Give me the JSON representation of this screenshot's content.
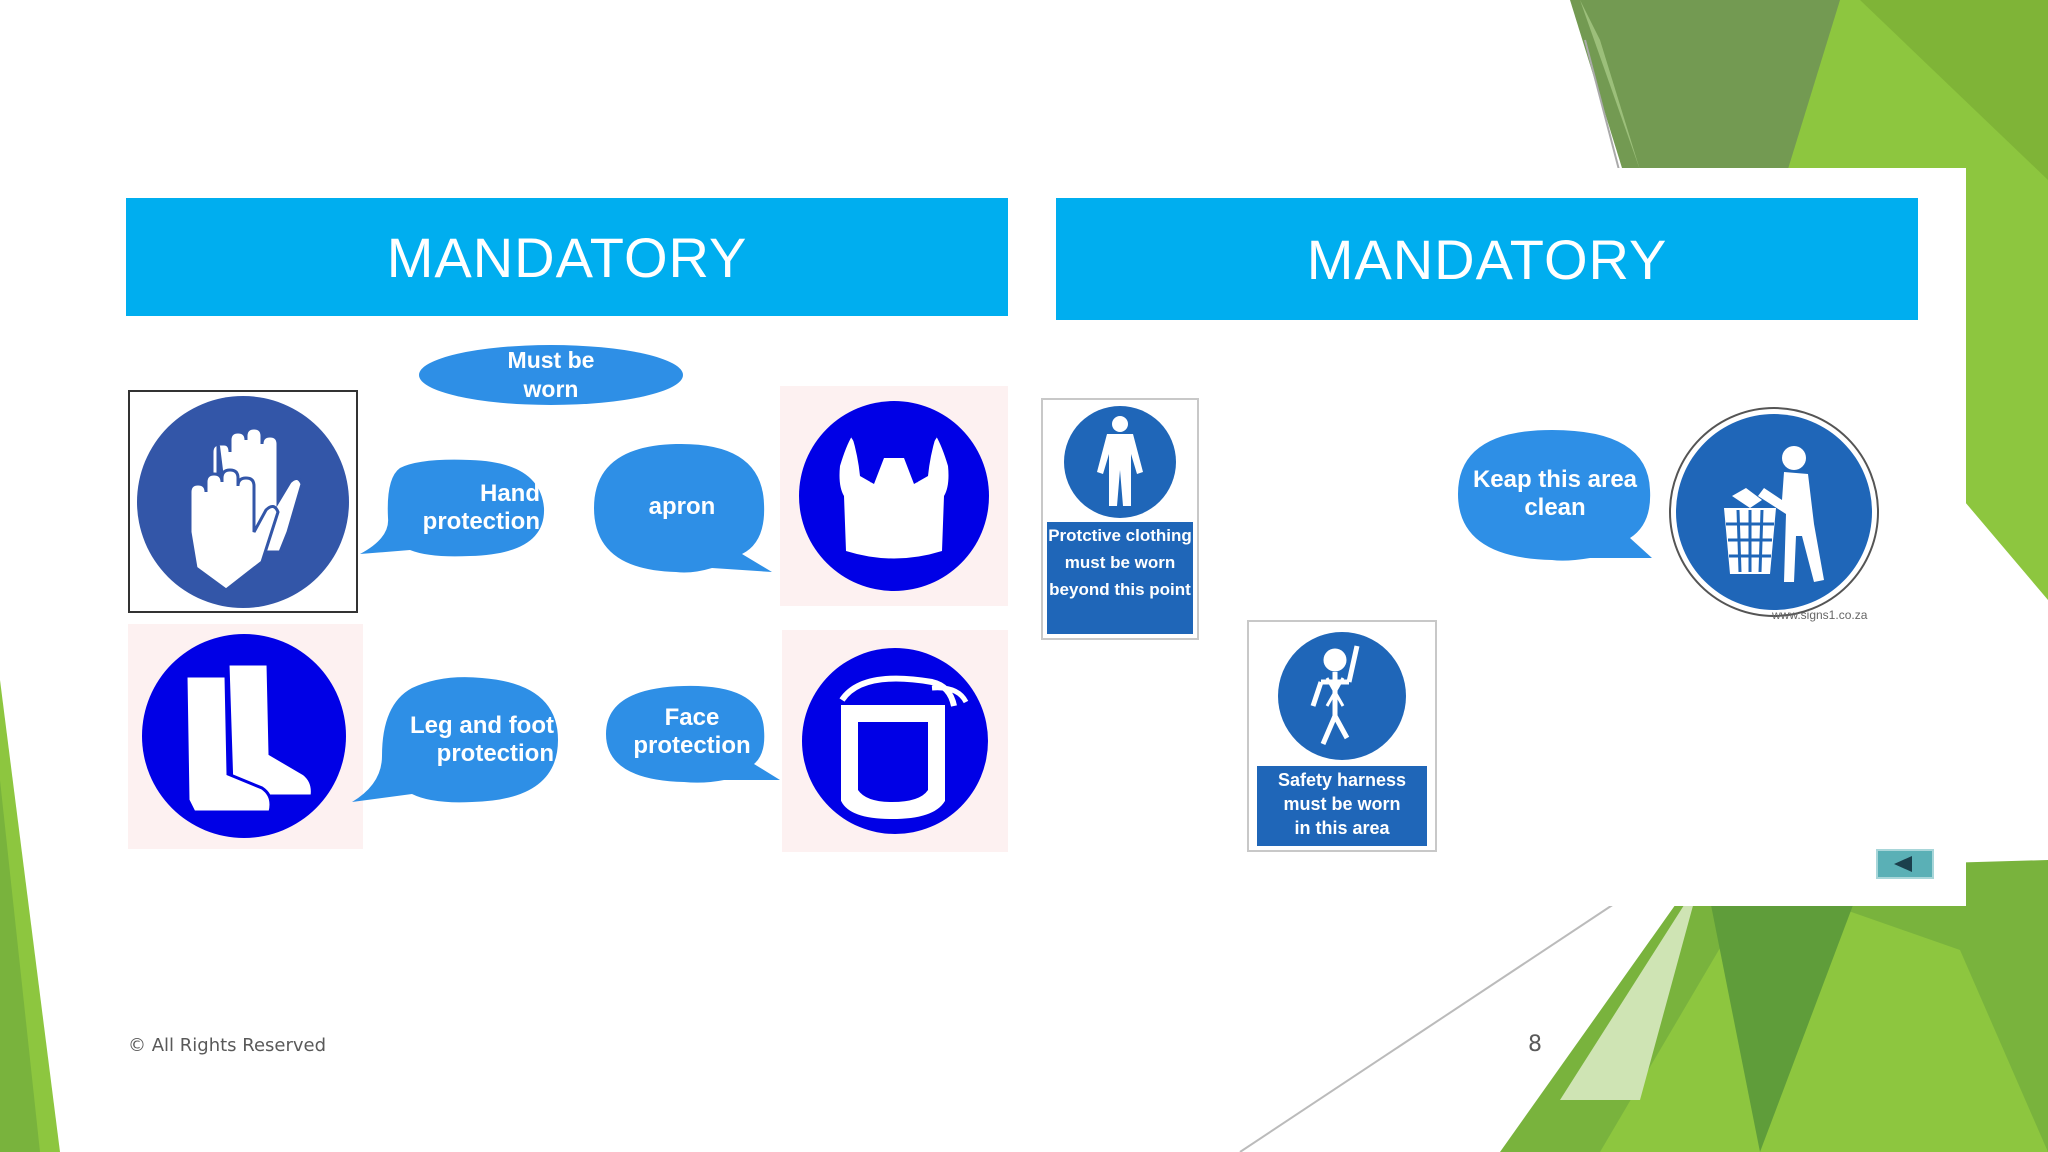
{
  "slide": {
    "left_panel": {
      "banner_title": "MANDATORY",
      "heading_bubble": "Must be\nworn",
      "bubbles": {
        "hand": "Hand\nprotection",
        "apron": "apron",
        "leg": "Leg and foot\nprotection",
        "face": "Face\nprotection"
      },
      "icons": [
        "gloves-icon",
        "apron-icon",
        "boots-icon",
        "face-shield-icon"
      ]
    },
    "right_panel": {
      "banner_title": "MANDATORY",
      "clothing_caption": "Protctive clothing\nmust be worn\nbeyond this point",
      "harness_caption": "Safety harness\nmust be worn\nin this area",
      "bubble_clean": "Keap this area\nclean",
      "website_credit": "www.signs1.co.za",
      "icons": [
        "protective-suit-icon",
        "safety-harness-icon",
        "litter-bin-icon",
        "back-arrow-icon"
      ]
    },
    "footer": {
      "copyright": "© All Rights Reserved",
      "page_number": "8"
    }
  },
  "colors": {
    "banner": "#00aeef",
    "bubble": "#2e8fe6",
    "sign_dark_blue": "#3356a8",
    "sign_bright_blue": "#0000e6",
    "green_light": "#8dc63f",
    "green_dark": "#6e9a4b"
  }
}
